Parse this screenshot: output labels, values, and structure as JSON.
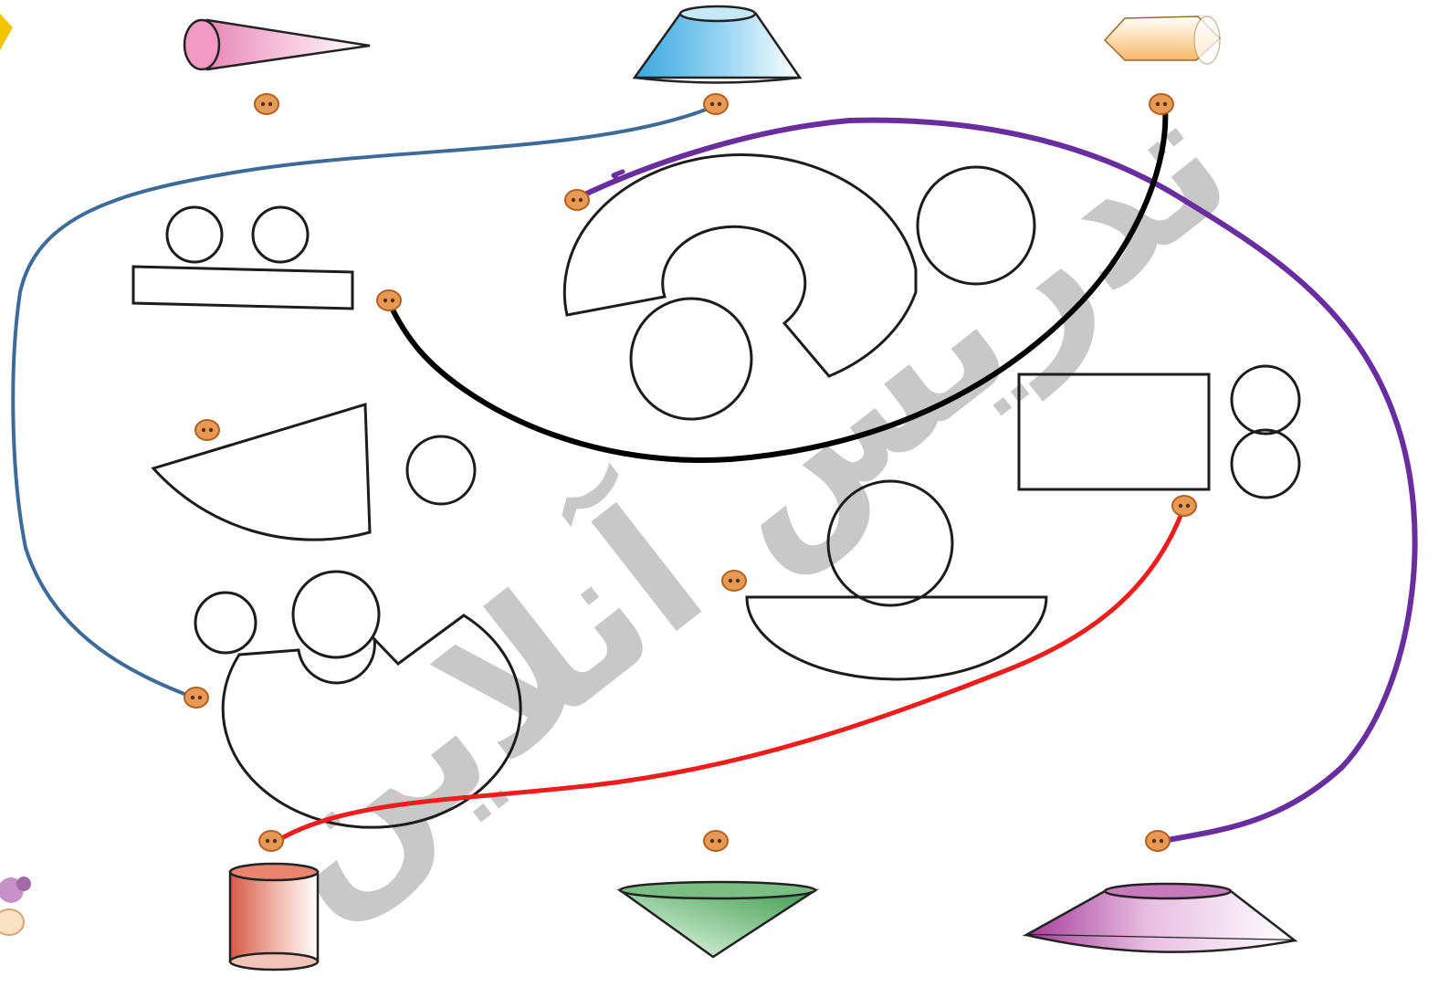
{
  "watermark": {
    "text": "تدریس آنلاین",
    "color": "#c8c8c8"
  },
  "colors": {
    "cone_pink": "#e889b6",
    "frustum_blue": "#5fb8e6",
    "bead_peach": "#f8cd97",
    "cylinder_red": "#d9614c",
    "cone_green": "#4e9e59",
    "frustum_purple": "#a63d99",
    "node_fill": "#e79a55",
    "node_stroke": "#b35f1e",
    "line_blue": "#3d6b99",
    "line_purple": "#6a2d9f",
    "line_black": "#000000",
    "line_red": "#f01b1b"
  },
  "solids": [
    {
      "name": "cone",
      "icon": "cone-icon",
      "color": "pink"
    },
    {
      "name": "frustum",
      "icon": "frustum-icon",
      "color": "blue"
    },
    {
      "name": "bead",
      "icon": "bead-icon",
      "color": "peach"
    },
    {
      "name": "cylinder",
      "icon": "cylinder-icon",
      "color": "red"
    },
    {
      "name": "inverted-cone",
      "icon": "inverted-cone-icon",
      "color": "green"
    },
    {
      "name": "wide-frustum",
      "icon": "wide-frustum-icon",
      "color": "purple"
    }
  ],
  "nets": [
    {
      "name": "two-circles-rectangle",
      "icon": "cylinder-net-icon"
    },
    {
      "name": "annulus-sector-two-circles",
      "icon": "frustum-net-icon"
    },
    {
      "name": "sector-circle",
      "icon": "cone-net-icon"
    },
    {
      "name": "square-two-circles",
      "icon": "bead-net-icon"
    },
    {
      "name": "small-annulus-sector-two-circles",
      "icon": "frustum-net-small-icon"
    },
    {
      "name": "semicircle-circle",
      "icon": "inverted-cone-net-icon"
    }
  ],
  "connections": [
    {
      "from": "frustum",
      "to": "small-annulus-sector-two-circles",
      "color": "blue"
    },
    {
      "from": "annulus-sector-two-circles",
      "to": "wide-frustum",
      "color": "purple"
    },
    {
      "from": "bead",
      "to": "two-circles-rectangle",
      "color": "black"
    },
    {
      "from": "square-two-circles",
      "to": "cylinder",
      "color": "red"
    }
  ]
}
